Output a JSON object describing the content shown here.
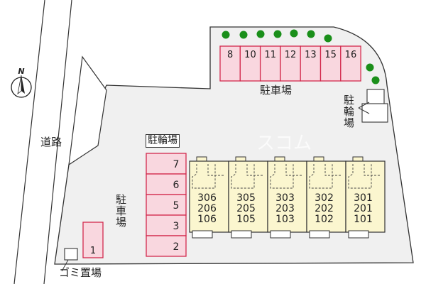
{
  "labels": {
    "road": "道路",
    "north": "N",
    "parking_top": "駐車場",
    "parking_left": "駐車場",
    "bike_right": "駐輪場",
    "bike_left": "駐輪場",
    "garbage": "ゴミ置場",
    "watermark": "スコム"
  },
  "parking_top": [
    "8",
    "10",
    "11",
    "12",
    "13",
    "15",
    "16"
  ],
  "parking_left": [
    "7",
    "6",
    "5",
    "3",
    "2"
  ],
  "parking_single": "1",
  "units": [
    {
      "top": "306",
      "mid": "206",
      "bot": "106"
    },
    {
      "top": "305",
      "mid": "205",
      "bot": "105"
    },
    {
      "top": "303",
      "mid": "203",
      "bot": "103"
    },
    {
      "top": "302",
      "mid": "202",
      "bot": "102"
    },
    {
      "top": "301",
      "mid": "201",
      "bot": "101"
    }
  ],
  "colors": {
    "parking_fill": "#f9d7df",
    "parking_stroke": "#d22a4d",
    "building_fill": "#fbf6cf",
    "lot_fill": "#f0f0f0",
    "tree": "#1a8f1a"
  }
}
